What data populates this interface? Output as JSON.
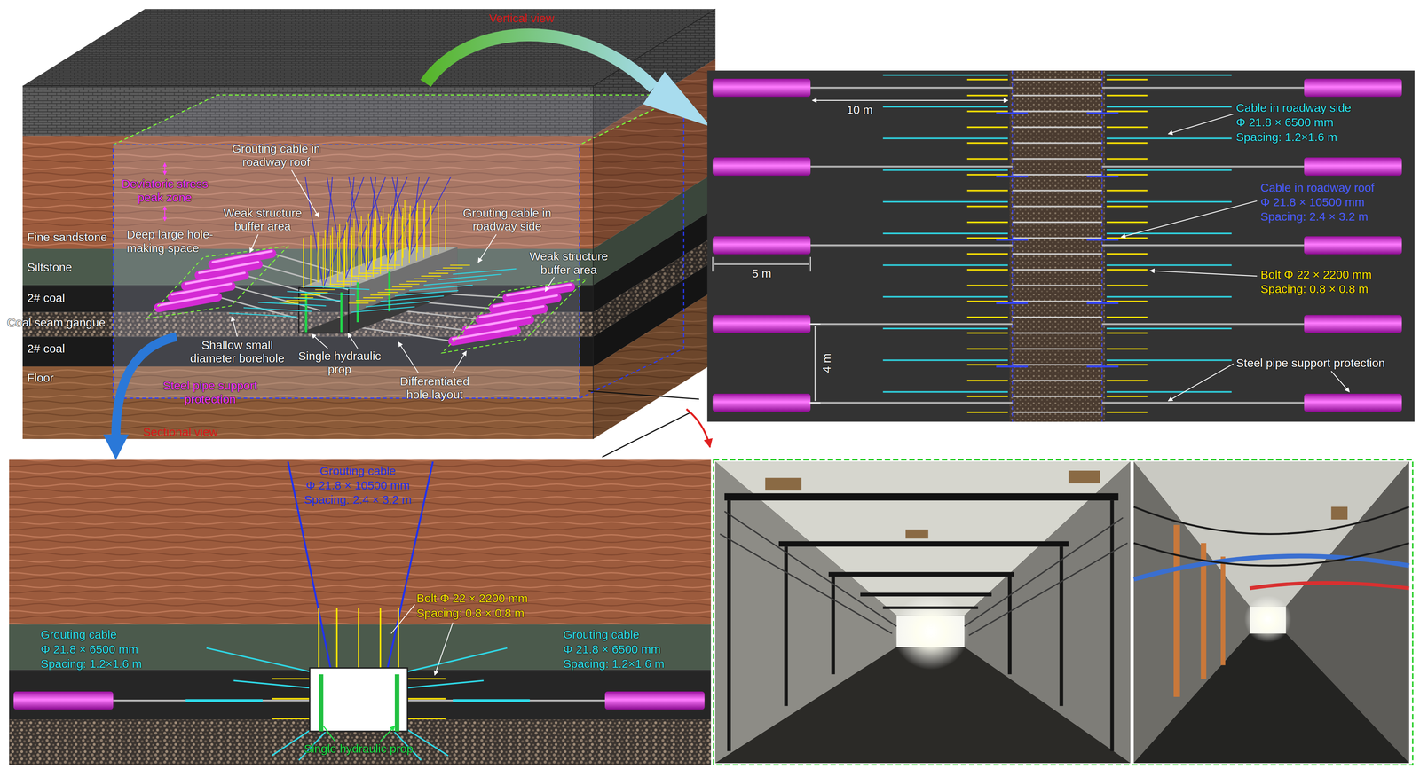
{
  "diagram": {
    "labels": [
      "Vertical view",
      "Grouting cable in roadway roof",
      "Deviatoric stress peak zone",
      "Weak structure buffer area",
      "Fine sandstone",
      "Deep large hole-making space",
      "Grouting cable in roadway side",
      "Siltstone",
      "Weak structure buffer area",
      "2# coal",
      "Coal seam gangue",
      "2# coal",
      "Shallow small diameter borehole",
      "Single hydraulic prop",
      "Differentiated hole layout",
      "Floor",
      "Steel pipe support protection",
      "Sectional view",
      "10 m",
      "5 m",
      "4 m",
      "Cable in roadway side",
      "Φ 21.8 × 6500 mm",
      "Spacing: 1.2×1.6 m",
      "Cable in roadway roof",
      "Φ 21.8 × 10500 mm",
      "Spacing: 2.4 × 3.2 m",
      "Bolt Φ 22 × 2200 mm",
      "Spacing: 0.8 × 0.8 m",
      "Steel pipe support protection",
      "Grouting cable",
      "Φ 21.8 × 10500 mm",
      "Spacing: 2.4 × 3.2 m",
      "Bolt Φ 22 × 2200 mm",
      "Spacing: 0.8 × 0.8 m",
      "Grouting cable",
      "Φ 21.8 × 6500 mm",
      "Spacing: 1.2×1.6 m",
      "Grouting cable",
      "Φ 21.8 × 6500 mm",
      "Spacing: 1.2×1.6 m",
      "Single hydraulic prop"
    ]
  }
}
